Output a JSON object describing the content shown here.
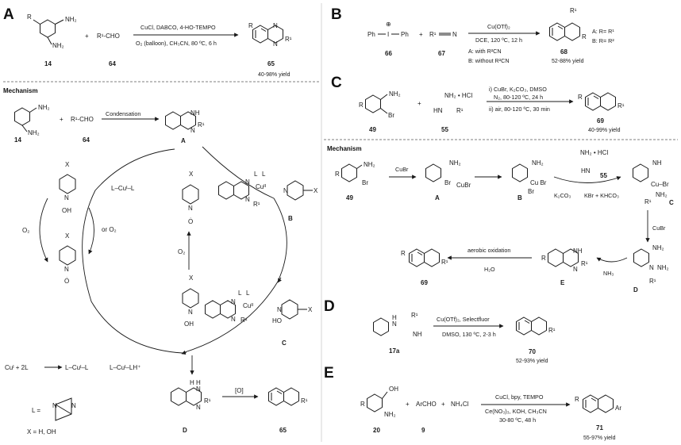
{
  "panels": {
    "A": {
      "label": "A",
      "reagent_r1cho": "R¹-CHO",
      "cond_top": "CuCl, DABCO, 4-HO-TEMPO",
      "cond_bottom": "O₂ (balloon), CH₃CN, 80 ºC, 6 h",
      "n14": "14",
      "n64": "64",
      "n65": "65",
      "yield": "40-98% yield",
      "mechanism": "Mechanism",
      "condensation": "Condensation",
      "mA": "A",
      "mB": "B",
      "mC": "C",
      "mD": "D",
      "m65": "65",
      "m14": "14",
      "m64": "64",
      "o2_left": "O₂",
      "o2_mid": "O₂",
      "or_o2": "or O₂",
      "cu_eq": "Cuᴵ + 2L",
      "lcul": "L–Cuᴵ–L",
      "lcul2": "L–Cuᴵ–L",
      "lculh": "L–Cuᴵ–LH⁺",
      "oxid": "[O]",
      "L_def": "L =",
      "X_def": "X = H, OH"
    },
    "B": {
      "label": "B",
      "cond_top": "Cu(OTf)₂",
      "cond_bottom": "DCE, 120 ºC, 12 h",
      "opt_a": "A: with R²CN",
      "opt_b": "B: without R²CN",
      "n66": "66",
      "n67": "67",
      "n68": "68",
      "res_a": "A: R= R¹",
      "res_b": "B: R= R²",
      "yield": "52-88% yield"
    },
    "C": {
      "label": "C",
      "reagent": "NH₂ • HCl",
      "cond1": "i) CuBr, K₂CO₃, DMSO",
      "cond2": "N₂, 80-120 ºC, 24 h",
      "cond3": "ii) air, 80-120 ºC, 30 min",
      "n49": "49",
      "n55": "55",
      "n69": "69",
      "yield": "40-99% yield",
      "mechanism": "Mechanism",
      "cubr": "CuBr",
      "k2co3": "K₂CO₃",
      "byprod": "KBr + KHCO₃",
      "cubr_out": "CuBr",
      "nh3": "NH₃",
      "aerobic": "aerobic oxidation",
      "h2o": "H₂O",
      "mA": "A",
      "mB": "B",
      "mC": "C",
      "mD": "D",
      "mE": "E",
      "m49": "49",
      "m55": "55",
      "m69": "69"
    },
    "D": {
      "label": "D",
      "cond_top": "Cu(OTf)₂, Selectfluor",
      "cond_bottom": "DMSO, 130 ºC, 2-3 h",
      "n17a": "17a",
      "n70": "70",
      "yield": "52-93% yield"
    },
    "E": {
      "label": "E",
      "reagent2": "ArCHO",
      "reagent3": "NH₄Cl",
      "cond_top": "CuCl, bpy, TEMPO",
      "cond_bottom": "Ce(NO₃)₃, KOH, CH₃CN",
      "cond_temp": "30-80 ºC, 48 h",
      "n20": "20",
      "n9": "9",
      "n71": "71",
      "yield": "55-97% yield"
    }
  }
}
